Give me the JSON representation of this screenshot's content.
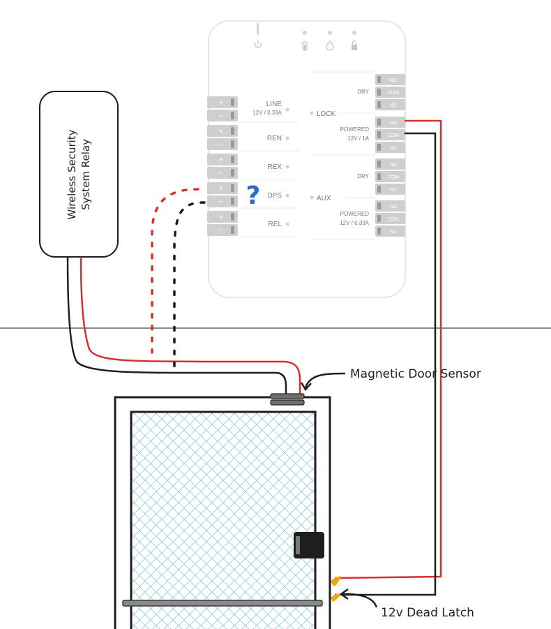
{
  "controller": {
    "status_icons": [
      "power-icon",
      "door-icon",
      "touch-icon",
      "lock-icon"
    ],
    "left_terminals": [
      {
        "name": "LINE",
        "sub": "12V / 0.33A"
      },
      {
        "name": "REN",
        "sub": ""
      },
      {
        "name": "REX",
        "sub": ""
      },
      {
        "name": "DPS",
        "sub": ""
      },
      {
        "name": "REL",
        "sub": ""
      }
    ],
    "plus_sign": "+",
    "minus_sign": "−",
    "lock_label": "LOCK",
    "aux_label": "AUX",
    "lock_dry_label": "DRY",
    "lock_powered_label": "POWERED",
    "lock_powered_rating": "12V / 1A",
    "aux_dry_label": "DRY",
    "aux_powered_label": "POWERED",
    "aux_powered_rating": "12V / 0.33A",
    "relay_pins": [
      "NO",
      "COM",
      "NC",
      "NO",
      "COM",
      "NC",
      "NO",
      "COM",
      "NC",
      "NO",
      "COM",
      "NC"
    ]
  },
  "relay_box": {
    "line1": "Wireless Security",
    "line2": "System Relay"
  },
  "question_mark": "?",
  "door_sensor_label": "Magnetic Door Sensor",
  "dead_latch_label": "12v Dead Latch",
  "colors": {
    "red_wire": "#d62f2f",
    "black_wire": "#1e1e1e",
    "question": "#2a6fc1",
    "glass_hatch": "#9fd0ea",
    "controller_outline": "#e6e6e6",
    "terminal_fill": "#cfcfcf",
    "latch_flame": "#f2a516"
  }
}
